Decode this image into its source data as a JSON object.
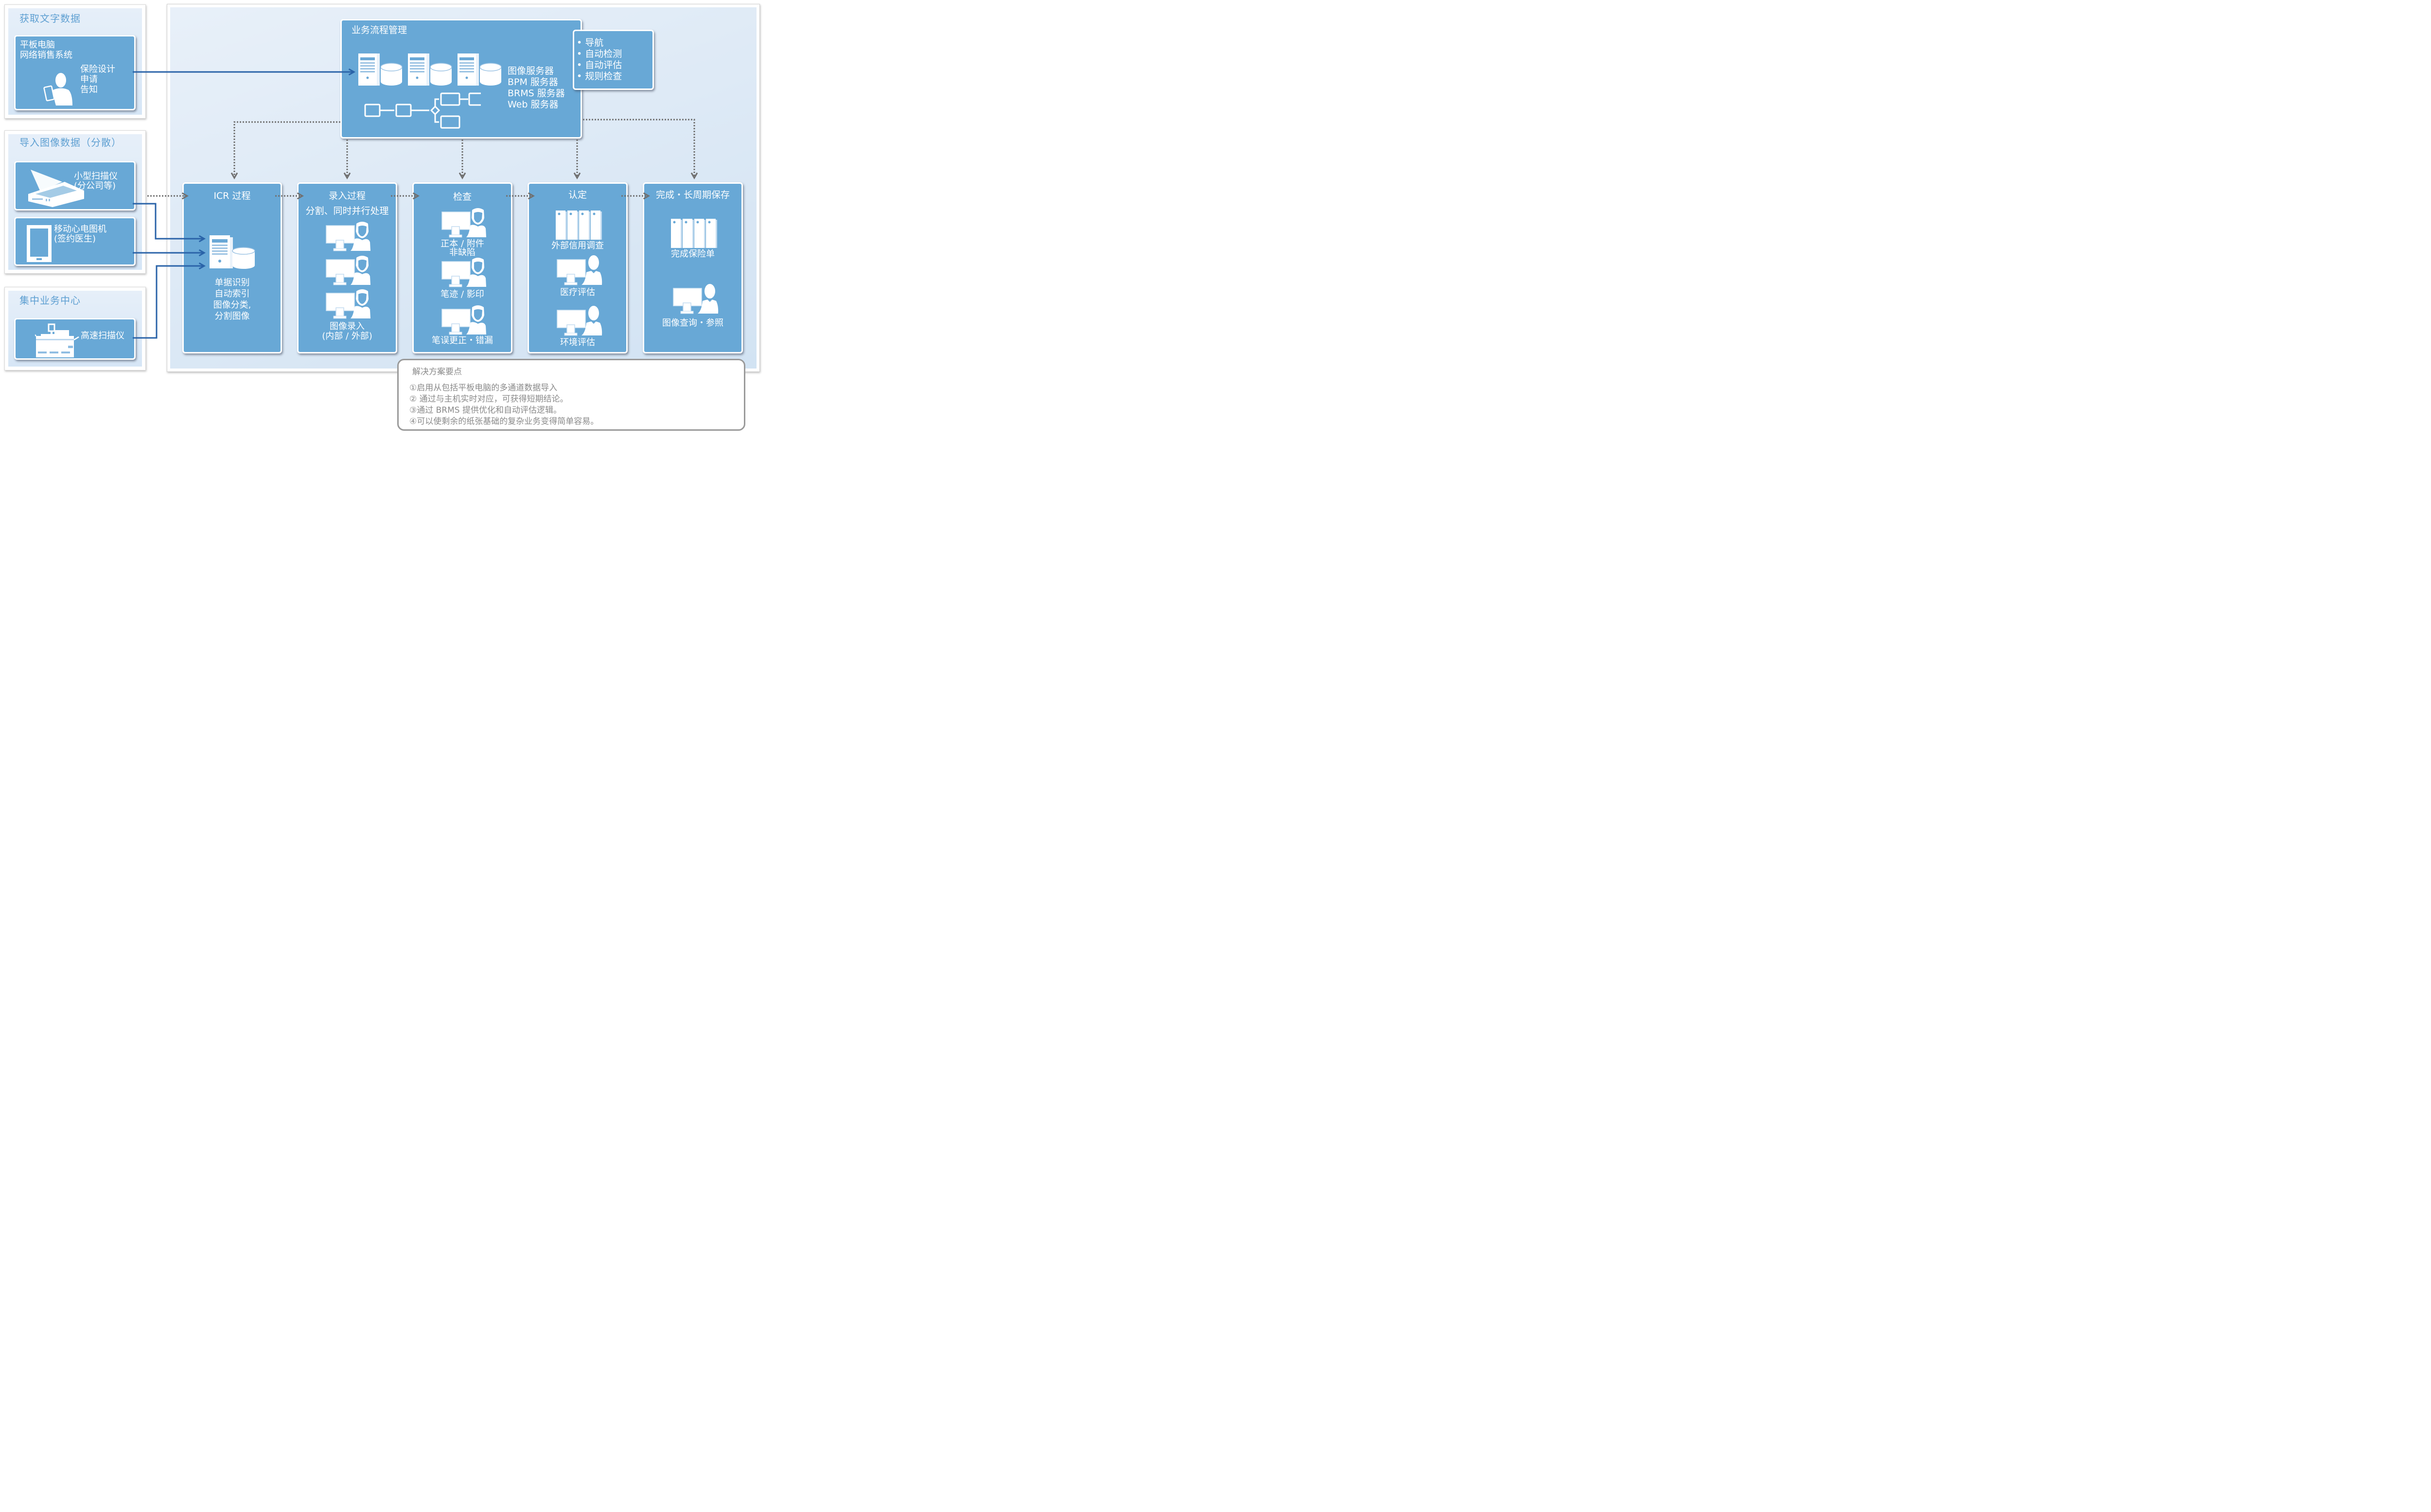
{
  "sources": {
    "text_data": {
      "title": "获取文字数据",
      "card": {
        "line1": "平板电脑",
        "line2": "网络销售系统",
        "items": [
          "保险设计",
          "申请",
          "告知"
        ],
        "icon": "person-with-tablet-icon"
      }
    },
    "image_data": {
      "title": "导入图像数据（分散）",
      "cards": [
        {
          "line1": "小型扫描仪",
          "line2": "(分公司等)",
          "icon": "flatbed-scanner-icon"
        },
        {
          "line1": "移动心电图机",
          "line2": "(签约医生)",
          "icon": "tablet-icon"
        }
      ]
    },
    "central": {
      "title": "集中业务中心",
      "card": {
        "label": "高速扫描仪",
        "icon": "high-speed-scanner-icon"
      }
    }
  },
  "bpm": {
    "title": "业务流程管理",
    "servers": [
      "图像服务器",
      "BPM 服务器",
      "BRMS 服务器",
      "Web 服务器"
    ],
    "features": [
      "导航",
      "自动检测",
      "自动评估",
      "规则检查"
    ],
    "bullet": "•"
  },
  "stages": [
    {
      "title": "ICR 过程",
      "labels": [
        "单据识别",
        "自动索引",
        "图像分类,",
        "分割图像"
      ]
    },
    {
      "title": "录入过程",
      "subtitle": "分割、同时并行处理",
      "labels": [
        "图像录入",
        "(内部 / 外部)"
      ]
    },
    {
      "title": "检查",
      "labels": [
        "正本 / 附件",
        "非缺陷",
        "笔迹 / 影印",
        "笔误更正・错漏"
      ]
    },
    {
      "title": "认定",
      "labels": [
        "外部信用调查",
        "医疗评估",
        "环境评估"
      ]
    },
    {
      "title": "完成・长周期保存",
      "labels": [
        "完成保险单",
        "图像查询・参照"
      ]
    }
  ],
  "notes": {
    "heading": "解决方案要点",
    "points": [
      "①启用从包括平板电脑的多通道数据导入",
      "② 通过与主机实时对应，可获得短期结论。",
      "③通过 BRMS 提供优化和自动评估逻辑。",
      "④可以使剩余的纸张基础的复杂业务变得简单容易。"
    ]
  },
  "colors": {
    "card_fill": "#68a8d6",
    "panel_title": "#5fa0d2",
    "solid_arrow": "#2a63a8",
    "dotted_arrow": "#707070",
    "notes_text": "#8a8a8a"
  }
}
